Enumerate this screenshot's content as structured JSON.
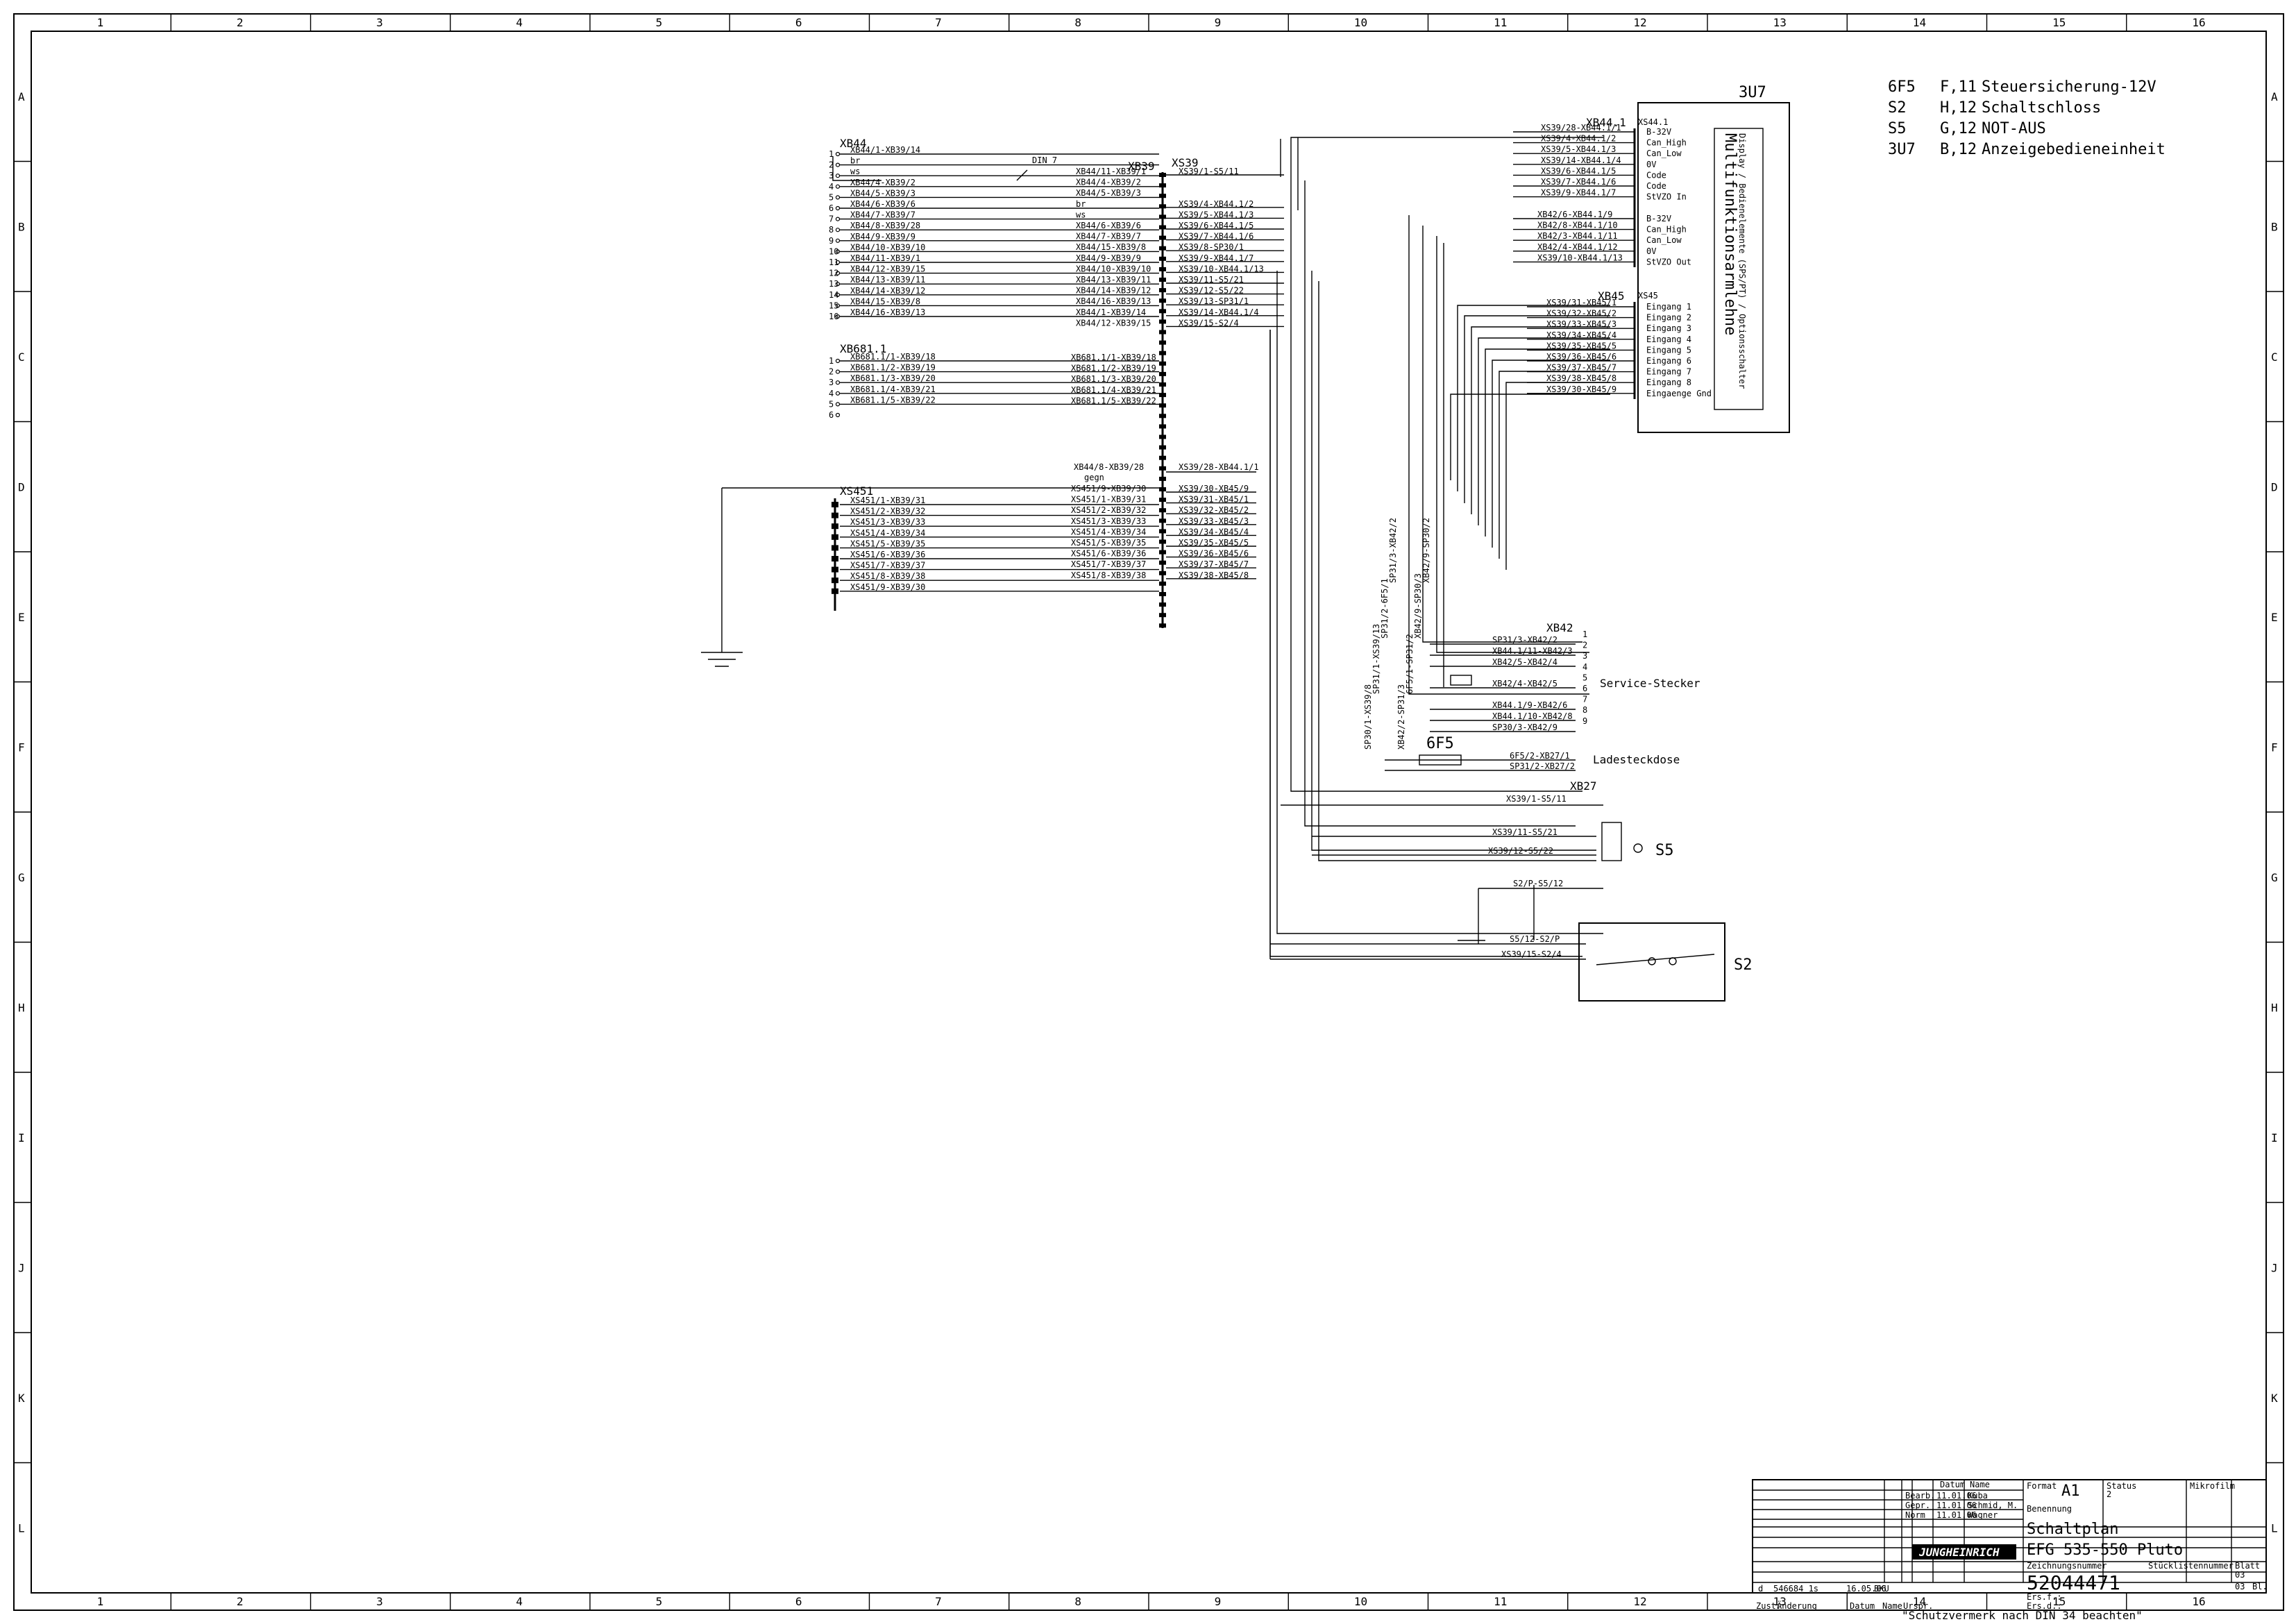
{
  "frame": {
    "columns": [
      "1",
      "2",
      "3",
      "4",
      "5",
      "6",
      "7",
      "8",
      "9",
      "10",
      "11",
      "12",
      "13",
      "14",
      "15",
      "16"
    ],
    "rows": [
      "A",
      "B",
      "C",
      "D",
      "E",
      "F",
      "G",
      "H",
      "I",
      "J",
      "K",
      "L"
    ]
  },
  "legend": [
    {
      "id": "6F5",
      "ref": "F,11",
      "desc": "Steuersicherung-12V"
    },
    {
      "id": "S2",
      "ref": "H,12",
      "desc": "Schaltschloss"
    },
    {
      "id": "S5",
      "ref": "G,12",
      "desc": "NOT-AUS"
    },
    {
      "id": "3U7",
      "ref": "B,12",
      "desc": "Anzeigebedieneinheit"
    }
  ],
  "xb44": {
    "label": "XB44",
    "pins": [
      "1",
      "2",
      "3",
      "4",
      "5",
      "6",
      "7",
      "8",
      "9",
      "10",
      "11",
      "12",
      "13",
      "14",
      "15",
      "16"
    ],
    "wires": [
      "XB44/1-XB39/14",
      "br",
      "ws",
      "XB44/4-XB39/2",
      "XB44/5-XB39/3",
      "XB44/6-XB39/6",
      "XB44/7-XB39/7",
      "XB44/8-XB39/28",
      "XB44/9-XB39/9",
      "XB44/10-XB39/10",
      "XB44/11-XB39/1",
      "XB44/12-XB39/15",
      "XB44/13-XB39/11",
      "XB44/14-XB39/12",
      "XB44/15-XB39/8",
      "XB44/16-XB39/13"
    ]
  },
  "xb6811": {
    "label": "XB681.1",
    "pins": [
      "1",
      "2",
      "3",
      "4",
      "5",
      "6"
    ],
    "wires": [
      "XB681.1/1-XB39/18",
      "XB681.1/2-XB39/19",
      "XB681.1/3-XB39/20",
      "XB681.1/4-XB39/21",
      "XB681.1/5-XB39/22"
    ]
  },
  "xs451": {
    "label": "XS451",
    "wires": [
      "XS451/1-XB39/31",
      "XS451/2-XB39/32",
      "XS451/3-XB39/33",
      "XS451/4-XB39/34",
      "XS451/5-XB39/35",
      "XS451/6-XB39/36",
      "XS451/7-XB39/37",
      "XS451/8-XB39/38",
      "XS451/9-XB39/30"
    ]
  },
  "xb39": {
    "label_b": "XB39",
    "label_s": "XS39",
    "note": "DIN_7",
    "left": [
      "XB44/11-XB39/1",
      "XB44/4-XB39/2",
      "XB44/5-XB39/3",
      "br",
      "ws",
      "XB44/6-XB39/6",
      "XB44/7-XB39/7",
      "XB44/15-XB39/8",
      "XB44/9-XB39/9",
      "XB44/10-XB39/10",
      "XB44/13-XB39/11",
      "XB44/14-XB39/12",
      "XB44/16-XB39/13",
      "XB44/1-XB39/14",
      "XB44/12-XB39/15"
    ],
    "right": [
      "XS39/1-S5/11",
      "XS39/4-XB44.1/2",
      "XS39/5-XB44.1/3",
      "XS39/6-XB44.1/5",
      "XS39/7-XB44.1/6",
      "XS39/8-SP30/1",
      "XS39/9-XB44.1/7",
      "XS39/10-XB44.1/13",
      "XS39/11-S5/21",
      "XS39/12-S5/22",
      "XS39/13-SP31/1",
      "XS39/14-XB44.1/4",
      "XS39/15-S2/4"
    ],
    "left2": [
      "XB681.1/1-XB39/18",
      "XB681.1/2-XB39/19",
      "XB681.1/3-XB39/20",
      "XB681.1/4-XB39/21",
      "XB681.1/5-XB39/22"
    ],
    "row28_left": "XB44/8-XB39/28",
    "row28_right": "XS39/28-XB44.1/1",
    "gegn": "gegn",
    "left3": [
      "XS451/9-XB39/30",
      "XS451/1-XB39/31",
      "XS451/2-XB39/32",
      "XS451/3-XB39/33",
      "XS451/4-XB39/34",
      "XS451/5-XB39/35",
      "XS451/6-XB39/36",
      "XS451/7-XB39/37",
      "XS451/8-XB39/38"
    ],
    "right3": [
      "XS39/30-XB45/9",
      "XS39/31-XB45/1",
      "XS39/32-XB45/2",
      "XS39/33-XB45/3",
      "XS39/34-XB45/4",
      "XS39/35-XB45/5",
      "XS39/36-XB45/6",
      "XS39/37-XB45/7",
      "XS39/38-XB45/8"
    ]
  },
  "u37": {
    "label": "3U7",
    "title": "Multifunktionsarmlehne",
    "subtitle": "Display / Bedienelemente (SPS/PT) / Optionsschalter",
    "xb441_label": "XB44.1",
    "xs441_label": "XS44.1",
    "xb441_wires": [
      "XS39/28-XB44.1/1",
      "XS39/4-XB44.1/2",
      "XS39/5-XB44.1/3",
      "XS39/14-XB44.1/4",
      "XS39/6-XB44.1/5",
      "XS39/7-XB44.1/6",
      "XS39/9-XB44.1/7"
    ],
    "xb441_sigs": [
      "B-32V",
      "Can_High",
      "Can_Low",
      "0V",
      "Code",
      "Code",
      "StVZO In"
    ],
    "xb441_wires2": [
      "XB42/6-XB44.1/9",
      "XB42/8-XB44.1/10",
      "XB42/3-XB44.1/11",
      "XB42/4-XB44.1/12",
      "XS39/10-XB44.1/13"
    ],
    "xb441_sigs2": [
      "B-32V",
      "Can_High",
      "Can_Low",
      "0V",
      "StVZO Out"
    ],
    "xb45_label": "XB45",
    "xs45_label": "XS45",
    "xb45_wires": [
      "XS39/31-XB45/1",
      "XS39/32-XB45/2",
      "XS39/33-XB45/3",
      "XS39/34-XB45/4",
      "XS39/35-XB45/5",
      "XS39/36-XB45/6",
      "XS39/37-XB45/7",
      "XS39/38-XB45/8",
      "XS39/30-XB45/9"
    ],
    "xb45_sigs": [
      "Eingang 1",
      "Eingang 2",
      "Eingang 3",
      "Eingang 4",
      "Eingang 5",
      "Eingang 6",
      "Eingang 7",
      "Eingang 8",
      "Eingaenge Gnd"
    ]
  },
  "xb42": {
    "label": "XB42",
    "wires": [
      "SP31/3-XB42/2",
      "XB44.1/11-XB42/3",
      "XB42/5-XB42/4",
      "XB42/4-XB42/5",
      "XB44.1/9-XB42/6",
      "XB44.1/10-XB42/8",
      "SP30/3-XB42/9"
    ],
    "title": "Service-Stecker",
    "vert": [
      "SP30/1-XS39/8",
      "SP31/1-XS39/13",
      "SP31/2-6F5/1",
      "SP31/3-XB42/2",
      "XB42/2-SP31/3",
      "6F5/1-SP31/2",
      "XB42/9-SP30/3",
      "XB42/9-SP30/2"
    ]
  },
  "f5": {
    "label": "6F5",
    "wires": [
      "6F5/2-XB27/1",
      "SP31/2-XB27/2"
    ],
    "title": "Ladesteckdose",
    "xb27": "XB27"
  },
  "s5": {
    "label": "S5",
    "wires": [
      "XS39/11-S5/21",
      "XS39/12-S5/22"
    ],
    "top": "XS39/1-S5/11",
    "bottom": "S2/P-S5/12"
  },
  "s2": {
    "label": "S2",
    "wires": [
      "S5/12-S2/P",
      "XS39/15-S2/4"
    ]
  },
  "titleblock": {
    "col_datum": "Datum",
    "col_name": "Name",
    "format_label": "Format",
    "format_value": "A1",
    "status_label": "Status",
    "status_value": "2",
    "mikro_label": "Mikrofilm",
    "bearb": "Bearb.",
    "gepr": "Gepr.",
    "norm": "Norm",
    "bearb_date": "11.01.06",
    "bearb_name": "Kuba",
    "gepr_date": "11.01.06",
    "gepr_name": "Schmid, M.",
    "norm_date": "11.01.06",
    "norm_name": "Wagner",
    "benennung_label": "Benennung",
    "title1": "Schaltplan",
    "title2": "EFG 535-550 Pluto",
    "zeichnungsnr_label": "Zeichnungsnummer",
    "zeichnungsnr": "52044471",
    "stueckliste_label": "Stücklistennummer",
    "blatt_label": "Blatt",
    "blatt": "03",
    "blatt_total": "03",
    "bl": "Bl.",
    "rev_index": "d",
    "rev_desc": "546684 1s",
    "rev_date": "16.05.06",
    "rev_name": "BKU",
    "zust": "Zust.",
    "aenderung": "Änderung",
    "datum2": "Datum",
    "name2": "Name",
    "urspr": "Urspr.",
    "ers_f": "Ers.f.:",
    "ers_d": "Ers.d.:",
    "protection": "\"Schutzvermerk nach DIN 34 beachten\"",
    "logo": "JUNGHEINRICH"
  }
}
